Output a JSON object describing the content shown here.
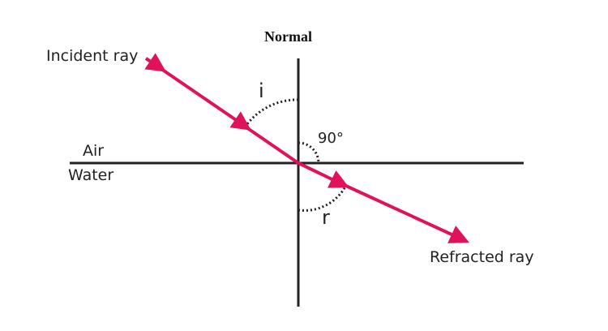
{
  "title": "Normal",
  "labels": {
    "incident_ray": "Incident ray",
    "refracted_ray": "Refracted ray",
    "air": "Air",
    "water": "Water",
    "angle_i": "i",
    "angle_r": "r",
    "right_angle": "90°"
  },
  "colors": {
    "ray": "#e0125a",
    "line": "#222222"
  }
}
